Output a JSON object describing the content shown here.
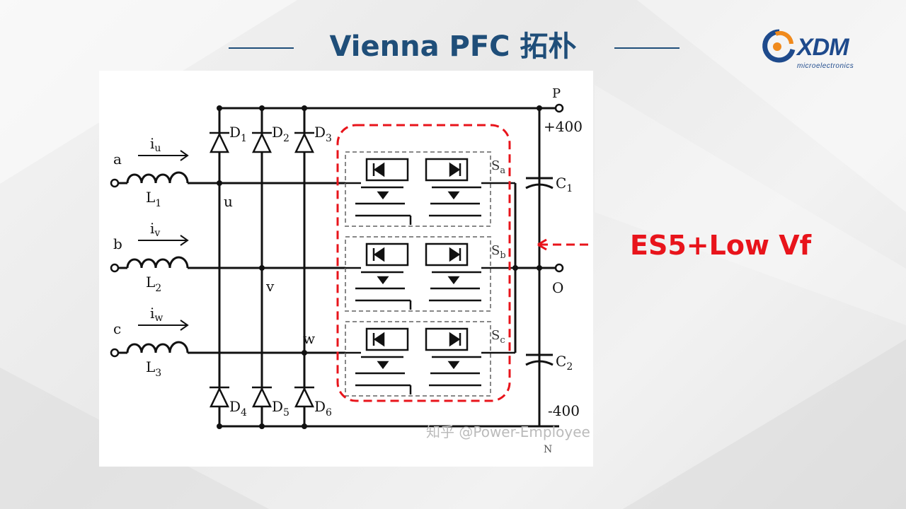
{
  "title": "Vienna PFC 拓朴",
  "logo": {
    "name": "XDM",
    "tagline": "microelectronics"
  },
  "callout": {
    "text": "ES5+Low Vf",
    "color": "#e8141b"
  },
  "diagram": {
    "phase_inputs": [
      "a",
      "b",
      "c"
    ],
    "currents": [
      {
        "base": "i",
        "sub": "u"
      },
      {
        "base": "i",
        "sub": "v"
      },
      {
        "base": "i",
        "sub": "w"
      }
    ],
    "inductors": [
      {
        "base": "L",
        "sub": "1"
      },
      {
        "base": "L",
        "sub": "2"
      },
      {
        "base": "L",
        "sub": "3"
      }
    ],
    "nodes": [
      "u",
      "v",
      "w"
    ],
    "upper_diodes": [
      {
        "base": "D",
        "sub": "1"
      },
      {
        "base": "D",
        "sub": "2"
      },
      {
        "base": "D",
        "sub": "3"
      }
    ],
    "lower_diodes": [
      {
        "base": "D",
        "sub": "4"
      },
      {
        "base": "D",
        "sub": "5"
      },
      {
        "base": "D",
        "sub": "6"
      }
    ],
    "switches": [
      {
        "base": "S",
        "sub": "a"
      },
      {
        "base": "S",
        "sub": "b"
      },
      {
        "base": "S",
        "sub": "c"
      }
    ],
    "capacitors": [
      {
        "base": "C",
        "sub": "1"
      },
      {
        "base": "C",
        "sub": "2"
      }
    ],
    "terminals": {
      "positive": "P",
      "positive_voltage": "+400",
      "midpoint": "O",
      "negative_voltage": "-400",
      "negative": "N"
    },
    "watermark": "知乎 @Power-Employee",
    "highlight_color": "#e8141b"
  }
}
